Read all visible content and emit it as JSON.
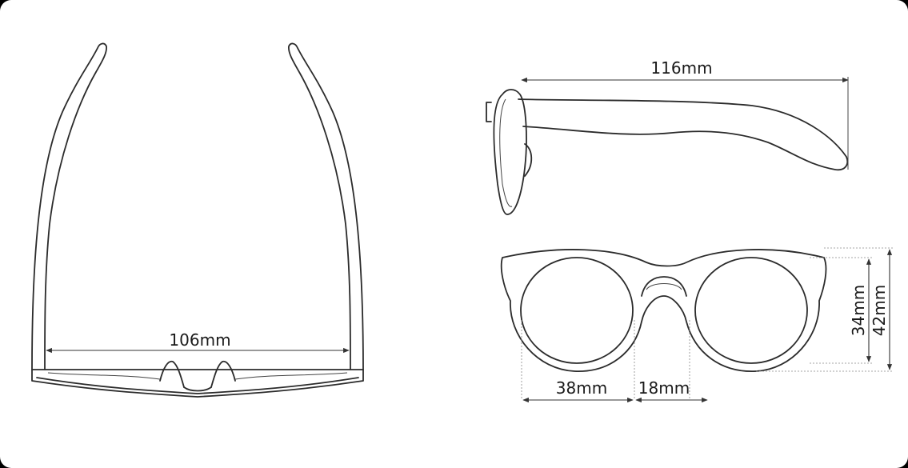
{
  "dimensions": {
    "front_width": "106mm",
    "temple_length": "116mm",
    "lens_width": "38mm",
    "bridge_width": "18mm",
    "lens_height": "34mm",
    "frame_height": "42mm"
  },
  "colors": {
    "background": "#000000",
    "panel": "#ffffff",
    "line": "#2b2b2b"
  }
}
